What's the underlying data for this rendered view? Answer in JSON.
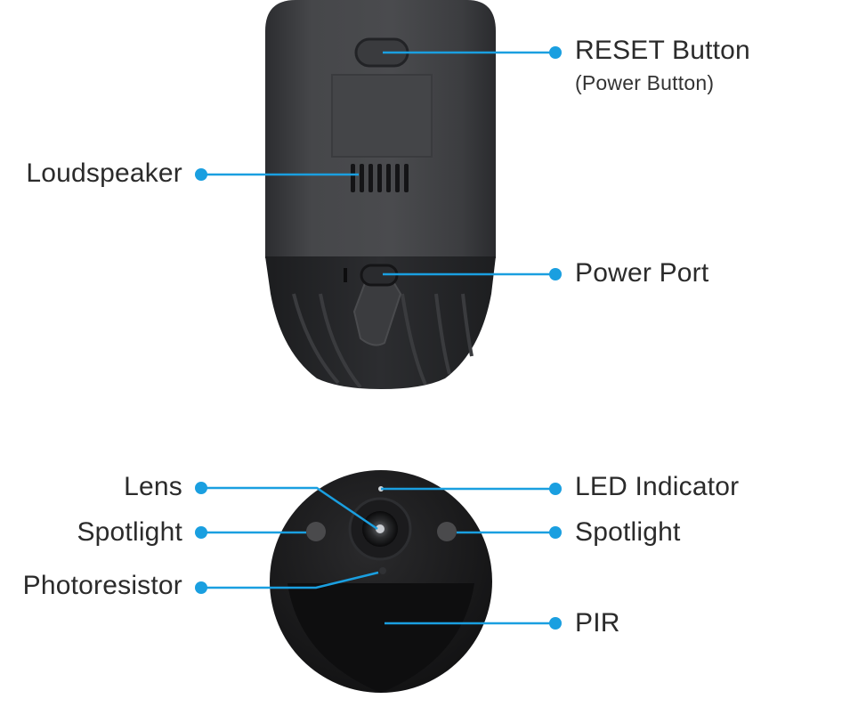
{
  "colors": {
    "callout": "#1a9fe0",
    "body_dark": "#3a3b3d",
    "body_base": "#26272a",
    "label_text": "#2b2b2b"
  },
  "side_view": {
    "labels": {
      "reset": "RESET Button",
      "reset_sub": "(Power Button)",
      "loudspeaker": "Loudspeaker",
      "power_port": "Power Port"
    }
  },
  "front_view": {
    "labels": {
      "lens": "Lens",
      "led_indicator": "LED Indicator",
      "spotlight_left": "Spotlight",
      "spotlight_right": "Spotlight",
      "photoresistor": "Photoresistor",
      "pir": "PIR"
    }
  }
}
